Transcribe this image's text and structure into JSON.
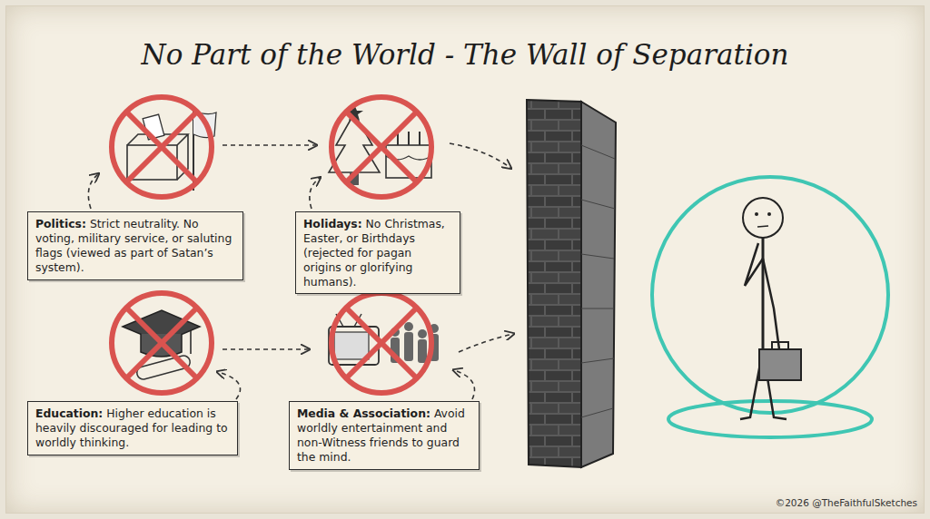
{
  "diagram": {
    "title": "No Part of the World - The Wall of Separation",
    "nodes": [
      {
        "text": [
          "Politics:",
          "Strict neutrality. No voting, military service, or saluting flags (viewed as part of Satan’s system)."
        ]
      },
      {
        "text": [
          "Holidays:",
          "No Christmas, Easter, or Birthdays (rejected for pagan origins or glorifying humans)."
        ]
      },
      {
        "text": [
          "Education:",
          "Higher education is heavily discouraged for leading to worldly thinking."
        ]
      },
      {
        "text": [
          "Media & Association:",
          "Avoid worldly entertainment and non-Witness friends to guard the mind."
        ]
      }
    ],
    "labels": [
      "©2026 @TheFaithfulSketches"
    ]
  }
}
